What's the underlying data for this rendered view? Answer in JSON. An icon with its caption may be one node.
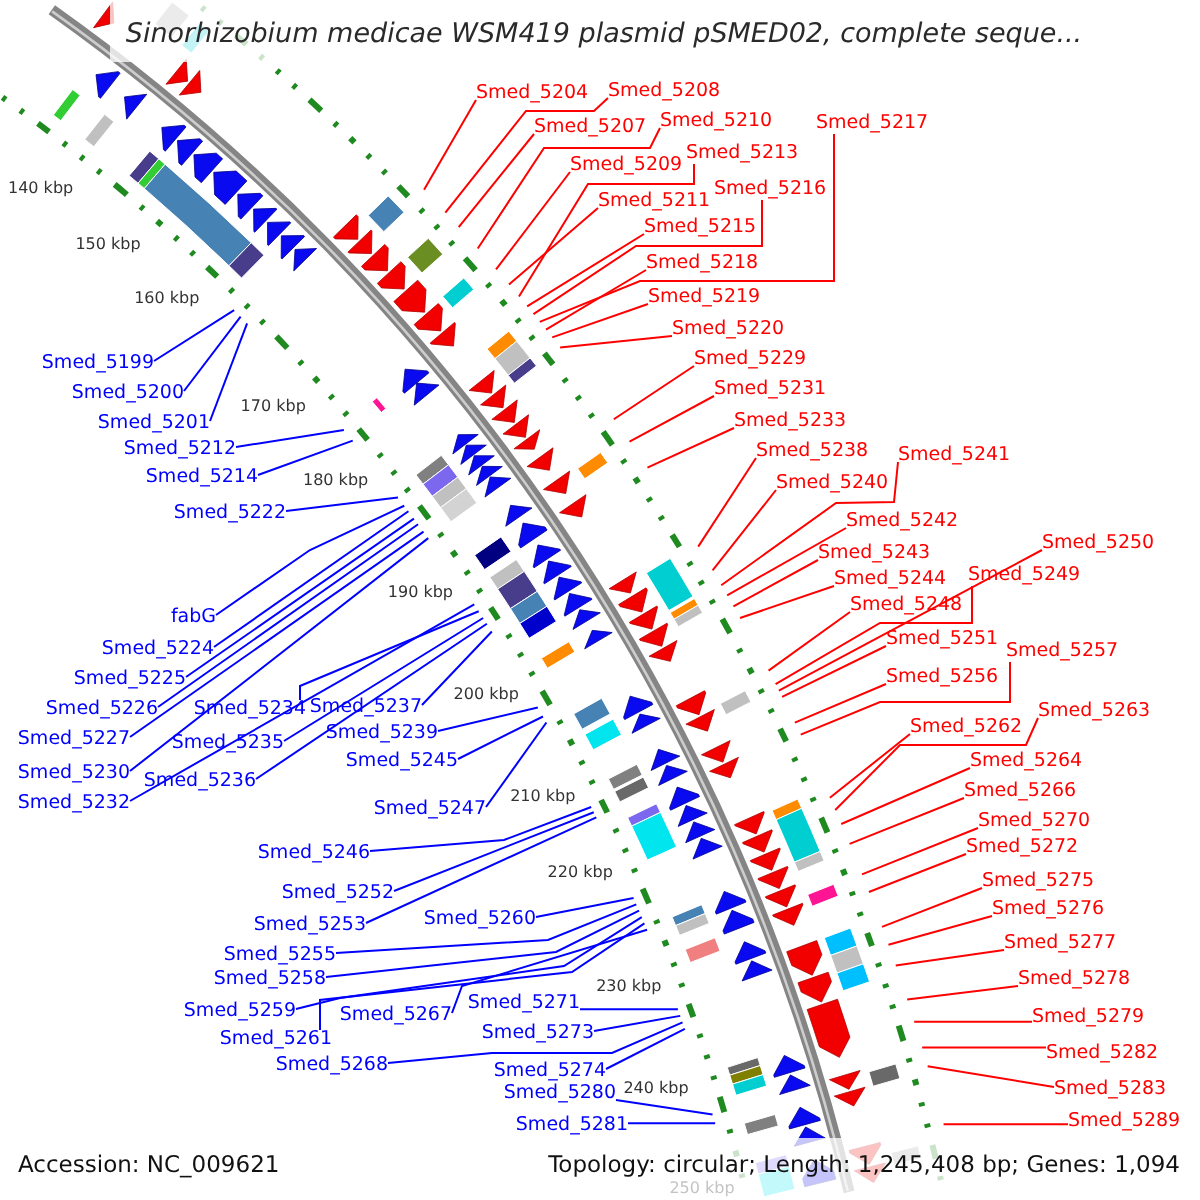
{
  "diagram": {
    "title": "Sinorhizobium medicae WSM419 plasmid pSMED02, complete seque...",
    "nodes": [
      {
        "text": [
          "Smed_5208"
        ]
      },
      {
        "text": [
          "Smed_5204"
        ]
      },
      {
        "text": [
          "Smed_5210"
        ]
      },
      {
        "text": [
          "Smed_5217"
        ]
      },
      {
        "text": [
          "Smed_5207"
        ]
      },
      {
        "text": [
          "Smed_5213"
        ]
      },
      {
        "text": [
          "Smed_5209"
        ]
      },
      {
        "text": [
          "Smed_5216"
        ]
      },
      {
        "text": [
          "Smed_5211"
        ]
      },
      {
        "text": [
          "Smed_5215"
        ]
      },
      {
        "text": [
          "Smed_5218"
        ]
      },
      {
        "text": [
          "Smed_5219"
        ]
      },
      {
        "text": [
          "Smed_5220"
        ]
      },
      {
        "text": [
          "Smed_5229"
        ]
      },
      {
        "text": [
          "Smed_5199"
        ]
      },
      {
        "text": [
          "Smed_5231"
        ]
      },
      {
        "text": [
          "Smed_5200"
        ]
      },
      {
        "text": [
          "Smed_5233"
        ]
      },
      {
        "text": [
          "Smed_5201"
        ]
      },
      {
        "text": [
          "Smed_5212"
        ]
      },
      {
        "text": [
          "Smed_5238"
        ]
      },
      {
        "text": [
          "Smed_5241"
        ]
      },
      {
        "text": [
          "Smed_5214"
        ]
      },
      {
        "text": [
          "Smed_5240"
        ]
      },
      {
        "text": [
          "Smed_5222"
        ]
      },
      {
        "text": [
          "Smed_5242"
        ]
      },
      {
        "text": [
          "Smed_5250"
        ]
      },
      {
        "text": [
          "Smed_5243"
        ]
      },
      {
        "text": [
          "Smed_5249"
        ]
      },
      {
        "text": [
          "Smed_5244"
        ]
      },
      {
        "text": [
          "Smed_5248"
        ]
      },
      {
        "text": [
          "fabG"
        ]
      },
      {
        "text": [
          "Smed_5251"
        ]
      },
      {
        "text": [
          "Smed_5224"
        ]
      },
      {
        "text": [
          "Smed_5257"
        ]
      },
      {
        "text": [
          "Smed_5256"
        ]
      },
      {
        "text": [
          "Smed_5225"
        ]
      },
      {
        "text": [
          "Smed_5226"
        ]
      },
      {
        "text": [
          "Smed_5234"
        ]
      },
      {
        "text": [
          "Smed_5237"
        ]
      },
      {
        "text": [
          "Smed_5263"
        ]
      },
      {
        "text": [
          "Smed_5262"
        ]
      },
      {
        "text": [
          "Smed_5239"
        ]
      },
      {
        "text": [
          "Smed_5227"
        ]
      },
      {
        "text": [
          "Smed_5235"
        ]
      },
      {
        "text": [
          "Smed_5245"
        ]
      },
      {
        "text": [
          "Smed_5264"
        ]
      },
      {
        "text": [
          "Smed_5230"
        ]
      },
      {
        "text": [
          "Smed_5236"
        ]
      },
      {
        "text": [
          "Smed_5266"
        ]
      },
      {
        "text": [
          "Smed_5232"
        ]
      },
      {
        "text": [
          "Smed_5247"
        ]
      },
      {
        "text": [
          "Smed_5270"
        ]
      },
      {
        "text": [
          "Smed_5272"
        ]
      },
      {
        "text": [
          "Smed_5246"
        ]
      },
      {
        "text": [
          "Smed_5275"
        ]
      },
      {
        "text": [
          "Smed_5252"
        ]
      },
      {
        "text": [
          "Smed_5260"
        ]
      },
      {
        "text": [
          "Smed_5276"
        ]
      },
      {
        "text": [
          "Smed_5253"
        ]
      },
      {
        "text": [
          "Smed_5277"
        ]
      },
      {
        "text": [
          "Smed_5255"
        ]
      },
      {
        "text": [
          "Smed_5278"
        ]
      },
      {
        "text": [
          "Smed_5258"
        ]
      },
      {
        "text": [
          "Smed_5271"
        ]
      },
      {
        "text": [
          "Smed_5259"
        ]
      },
      {
        "text": [
          "Smed_5267"
        ]
      },
      {
        "text": [
          "Smed_5279"
        ]
      },
      {
        "text": [
          "Smed_5261"
        ]
      },
      {
        "text": [
          "Smed_5273"
        ]
      },
      {
        "text": [
          "Smed_5282"
        ]
      },
      {
        "text": [
          "Smed_5268"
        ]
      },
      {
        "text": [
          "Smed_5274"
        ]
      },
      {
        "text": [
          "Smed_5283"
        ]
      },
      {
        "text": [
          "Smed_5280"
        ]
      },
      {
        "text": [
          "Smed_5289"
        ]
      },
      {
        "text": [
          "Smed_5281"
        ]
      }
    ],
    "edges": [
      {
        "from": 0,
        "to": null,
        "arrow": "none"
      },
      {
        "from": 1,
        "to": null,
        "arrow": "none"
      },
      {
        "from": 2,
        "to": null,
        "arrow": "none"
      },
      {
        "from": 3,
        "to": null,
        "arrow": "none"
      },
      {
        "from": 4,
        "to": null,
        "arrow": "none"
      },
      {
        "from": 5,
        "to": null,
        "arrow": "none"
      },
      {
        "from": 6,
        "to": null,
        "arrow": "none"
      },
      {
        "from": 7,
        "to": null,
        "arrow": "none"
      },
      {
        "from": 8,
        "to": null,
        "arrow": "none"
      },
      {
        "from": 9,
        "to": null,
        "arrow": "none"
      },
      {
        "from": 10,
        "to": null,
        "arrow": "none"
      },
      {
        "from": 11,
        "to": null,
        "arrow": "none"
      },
      {
        "from": 12,
        "to": null,
        "arrow": "none"
      },
      {
        "from": 13,
        "to": null,
        "arrow": "none"
      },
      {
        "from": 14,
        "to": null,
        "arrow": "none",
        "color": "#0000ff"
      },
      {
        "from": 15,
        "to": null,
        "arrow": "none"
      },
      {
        "from": 16,
        "to": null,
        "arrow": "none",
        "color": "#0000ff"
      },
      {
        "from": 17,
        "to": null,
        "arrow": "none"
      },
      {
        "from": 18,
        "to": null,
        "arrow": "none",
        "color": "#0000ff"
      },
      {
        "from": 19,
        "to": null,
        "arrow": "none",
        "color": "#0000ff"
      },
      {
        "from": 20,
        "to": null,
        "arrow": "none"
      },
      {
        "from": 21,
        "to": null,
        "arrow": "none"
      },
      {
        "from": 22,
        "to": null,
        "arrow": "none",
        "color": "#0000ff"
      },
      {
        "from": 23,
        "to": null,
        "arrow": "none"
      },
      {
        "from": 24,
        "to": null,
        "arrow": "none",
        "color": "#0000ff"
      },
      {
        "from": 25,
        "to": null,
        "arrow": "none"
      },
      {
        "from": 26,
        "to": null,
        "arrow": "none"
      },
      {
        "from": 27,
        "to": null,
        "arrow": "none"
      },
      {
        "from": 28,
        "to": null,
        "arrow": "none"
      },
      {
        "from": 29,
        "to": null,
        "arrow": "none"
      },
      {
        "from": 30,
        "to": null,
        "arrow": "none"
      },
      {
        "from": 31,
        "to": null,
        "arrow": "none",
        "color": "#0000ff"
      },
      {
        "from": 32,
        "to": null,
        "arrow": "none"
      },
      {
        "from": 33,
        "to": null,
        "arrow": "none",
        "color": "#0000ff"
      },
      {
        "from": 34,
        "to": null,
        "arrow": "none"
      },
      {
        "from": 35,
        "to": null,
        "arrow": "none"
      },
      {
        "from": 36,
        "to": null,
        "arrow": "none",
        "color": "#0000ff"
      },
      {
        "from": 37,
        "to": null,
        "arrow": "none",
        "color": "#0000ff"
      },
      {
        "from": 38,
        "to": null,
        "arrow": "none",
        "color": "#0000ff"
      },
      {
        "from": 39,
        "to": null,
        "arrow": "none",
        "color": "#0000ff"
      },
      {
        "from": 40,
        "to": null,
        "arrow": "none"
      },
      {
        "from": 41,
        "to": null,
        "arrow": "none"
      },
      {
        "from": 42,
        "to": null,
        "arrow": "none",
        "color": "#0000ff"
      },
      {
        "from": 43,
        "to": null,
        "arrow": "none",
        "color": "#0000ff"
      },
      {
        "from": 44,
        "to": null,
        "arrow": "none",
        "color": "#0000ff"
      },
      {
        "from": 45,
        "to": null,
        "arrow": "none",
        "color": "#0000ff"
      },
      {
        "from": 46,
        "to": null,
        "arrow": "none"
      },
      {
        "from": 47,
        "to": null,
        "arrow": "none",
        "color": "#0000ff"
      },
      {
        "from": 48,
        "to": null,
        "arrow": "none",
        "color": "#0000ff"
      },
      {
        "from": 49,
        "to": null,
        "arrow": "none"
      },
      {
        "from": 50,
        "to": null,
        "arrow": "none",
        "color": "#0000ff"
      },
      {
        "from": 51,
        "to": null,
        "arrow": "none",
        "color": "#0000ff"
      },
      {
        "from": 52,
        "to": null,
        "arrow": "none"
      },
      {
        "from": 53,
        "to": null,
        "arrow": "none"
      },
      {
        "from": 54,
        "to": null,
        "arrow": "none",
        "color": "#0000ff"
      },
      {
        "from": 55,
        "to": null,
        "arrow": "none"
      },
      {
        "from": 56,
        "to": null,
        "arrow": "none",
        "color": "#0000ff"
      },
      {
        "from": 57,
        "to": null,
        "arrow": "none",
        "color": "#0000ff"
      },
      {
        "from": 58,
        "to": null,
        "arrow": "none"
      },
      {
        "from": 59,
        "to": null,
        "arrow": "none",
        "color": "#0000ff"
      },
      {
        "from": 60,
        "to": null,
        "arrow": "none"
      },
      {
        "from": 61,
        "to": null,
        "arrow": "none",
        "color": "#0000ff"
      },
      {
        "from": 62,
        "to": null,
        "arrow": "none"
      },
      {
        "from": 63,
        "to": null,
        "arrow": "none",
        "color": "#0000ff"
      },
      {
        "from": 64,
        "to": null,
        "arrow": "none",
        "color": "#0000ff"
      },
      {
        "from": 65,
        "to": null,
        "arrow": "none",
        "color": "#0000ff"
      },
      {
        "from": 66,
        "to": null,
        "arrow": "none",
        "color": "#0000ff"
      },
      {
        "from": 67,
        "to": null,
        "arrow": "none"
      },
      {
        "from": 68,
        "to": null,
        "arrow": "none",
        "color": "#0000ff"
      },
      {
        "from": 69,
        "to": null,
        "arrow": "none",
        "color": "#0000ff"
      },
      {
        "from": 70,
        "to": null,
        "arrow": "none"
      },
      {
        "from": 71,
        "to": null,
        "arrow": "none",
        "color": "#0000ff"
      },
      {
        "from": 72,
        "to": null,
        "arrow": "none",
        "color": "#0000ff"
      },
      {
        "from": 73,
        "to": null,
        "arrow": "none"
      },
      {
        "from": 74,
        "to": null,
        "arrow": "none",
        "color": "#0000ff"
      },
      {
        "from": 75,
        "to": null,
        "arrow": "none"
      },
      {
        "from": 76,
        "to": null,
        "arrow": "none",
        "color": "#0000ff"
      }
    ],
    "labels": [
      "140 kbp",
      "150 kbp",
      "160 kbp",
      "170 kbp",
      "180 kbp",
      "190 kbp",
      "200 kbp",
      "210 kbp",
      "220 kbp",
      "230 kbp",
      "240 kbp",
      "250 kbp",
      "Accession: NC_009621",
      "Topology: circular; Length: 1,245,408 bp; Genes: 1,094"
    ]
  }
}
